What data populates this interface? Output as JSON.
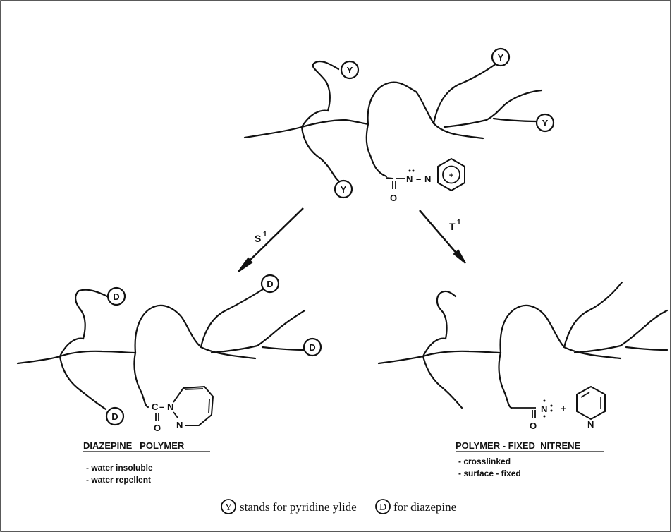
{
  "arrows": {
    "left_label": "S",
    "left_sup": "1",
    "right_label": "T",
    "right_sup": "1"
  },
  "markers": {
    "ylide": "Y",
    "diazepine": "D"
  },
  "chem": {
    "top_carbonyl_O": "O",
    "top_N_minus": "N",
    "top_dash": "–",
    "top_N_ring": "N",
    "left_C": "C",
    "left_dash": "–",
    "left_N1": "N",
    "left_O": "O",
    "left_N2": "N",
    "right_O": "O",
    "right_N": "N",
    "plus": "+",
    "pyridine_N": "N"
  },
  "left_result": {
    "title": "DIAZEPINE   POLYMER",
    "props": [
      "- water insoluble",
      "- water repellent"
    ]
  },
  "right_result": {
    "title": "POLYMER - FIXED  NITRENE",
    "props": [
      "- crosslinked",
      "- surface - fixed"
    ]
  },
  "legend": {
    "y_symbol": "Y",
    "y_text": "stands for pyridine ylide",
    "d_symbol": "D",
    "d_text": "for diazepine"
  }
}
